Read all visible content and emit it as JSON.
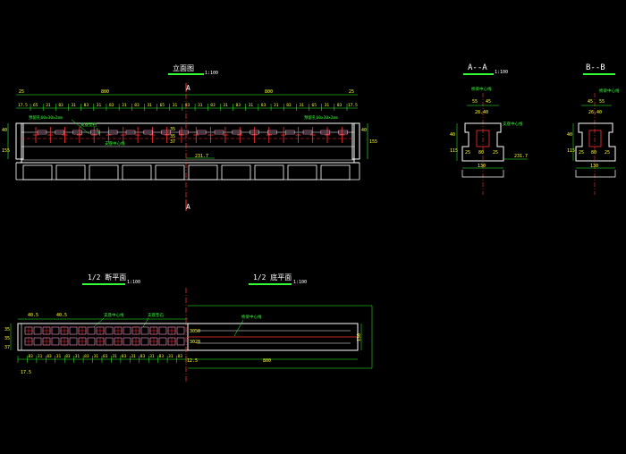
{
  "titles": {
    "elevation": "立面图",
    "elevation_scale": "1:100",
    "section_a": "A--A",
    "section_a_scale": "1:100",
    "section_b": "B--B",
    "half_plan": "1/2 断平面",
    "half_plan_scale": "1:100",
    "half_bottom_plan": "1/2 底平面",
    "half_bottom_plan_scale": "1:100"
  },
  "cut_marks": {
    "top": "A",
    "bottom": "A"
  },
  "elevation": {
    "span_labels": [
      "800",
      "800"
    ],
    "end_dim": "25",
    "end_dim_right": "25",
    "spacing_first": "17.5",
    "spacing_values": [
      "65",
      "31",
      "83",
      "31",
      "83",
      "31",
      "83",
      "31",
      "83",
      "31",
      "65",
      "31",
      "83",
      "31",
      "83",
      "31",
      "83",
      "31",
      "83",
      "31",
      "83",
      "31",
      "65",
      "31",
      "83"
    ],
    "spacing_last": "17.5",
    "note_left": "预留孔60x30x2mm",
    "note_left_2": "支座垫石",
    "note_mid": "支座中心线",
    "note_right": "预留孔60x30x2mm",
    "height_left": [
      "40",
      "155"
    ],
    "height_right": [
      "40",
      "155"
    ],
    "mid_dims": [
      "35",
      "35",
      "37"
    ],
    "center_mark": "231.7"
  },
  "section_a": {
    "top_label": "桥梁中心线",
    "dims_top": [
      "55",
      "45"
    ],
    "dims_top_2": "28.40",
    "side_note": "支座中心线",
    "height_dims": [
      "40",
      "115"
    ],
    "bottom_dims": [
      "25",
      "80",
      "25"
    ],
    "width": "130",
    "center_mark": "231.7"
  },
  "section_b": {
    "top_label": "桥梁中心线",
    "dims_top": [
      "45",
      "55"
    ],
    "dims_top_2": "26.40",
    "height_dims": [
      "40",
      "115"
    ],
    "bottom_dims": [
      "25",
      "80",
      "25"
    ],
    "width": "130"
  },
  "half_plan": {
    "note_1": "支座中心线",
    "note_2": "支座垫石",
    "dims_top": [
      "40.5",
      "40.5"
    ],
    "dims_bottom": [
      "17.5",
      "83",
      "31",
      "83",
      "31",
      "83",
      "31",
      "83",
      "31",
      "83",
      "31",
      "83",
      "31",
      "83",
      "31",
      "83",
      "31",
      "83"
    ],
    "left_heights": [
      "35",
      "35",
      "37"
    ],
    "right_heights": [
      "30",
      "30"
    ],
    "end_dim": "17.5"
  },
  "half_bottom_plan": {
    "center_note": "桥梁中心线",
    "length": "800",
    "end_dim": "12.5",
    "width": "130",
    "right_heights": [
      "50",
      "28"
    ]
  }
}
